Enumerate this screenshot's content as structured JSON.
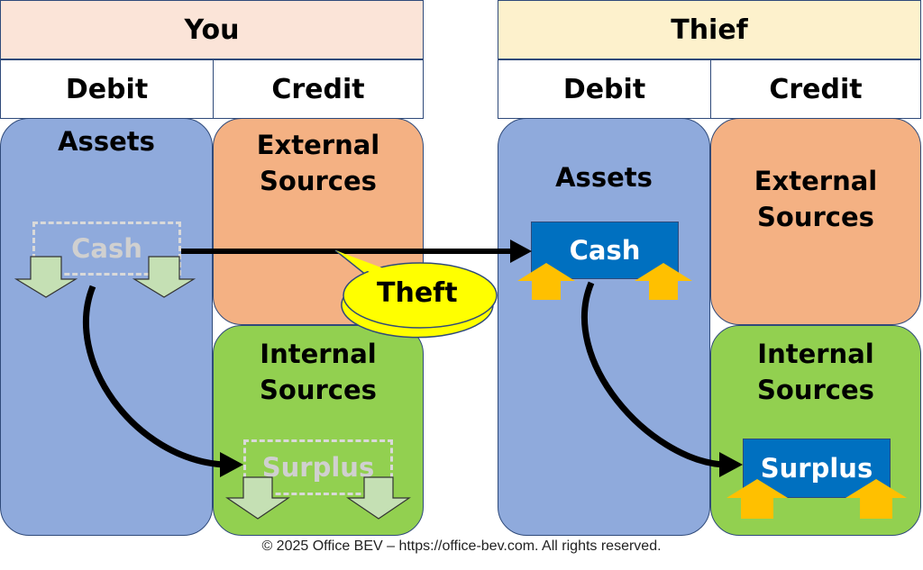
{
  "left": {
    "title": "You",
    "debit_label": "Debit",
    "credit_label": "Credit",
    "assets_label": "Assets",
    "external_label_line1": "External",
    "external_label_line2": "Sources",
    "internal_label_line1": "Internal",
    "internal_label_line2": "Sources",
    "cash_label": "Cash",
    "surplus_label": "Surplus",
    "state": "decreased"
  },
  "right": {
    "title": "Thief",
    "debit_label": "Debit",
    "credit_label": "Credit",
    "assets_label": "Assets",
    "external_label_line1": "External",
    "external_label_line2": "Sources",
    "internal_label_line1": "Internal",
    "internal_label_line2": "Sources",
    "cash_label": "Cash",
    "surplus_label": "Surplus",
    "state": "increased"
  },
  "callout": {
    "label": "Theft"
  },
  "footer": {
    "copyright": "© 2025 Office BEV – https://office-bev.com. All rights reserved."
  },
  "colors": {
    "title_you_bg": "#fbe4d8",
    "title_thief_bg": "#fdf1cc",
    "assets": "#8faadc",
    "external": "#f4b183",
    "internal": "#92d050",
    "highlight_box": "#0070c0",
    "down_arrow": "#c5e0b4",
    "up_arrow": "#ffc000",
    "callout": "#ffff00"
  }
}
